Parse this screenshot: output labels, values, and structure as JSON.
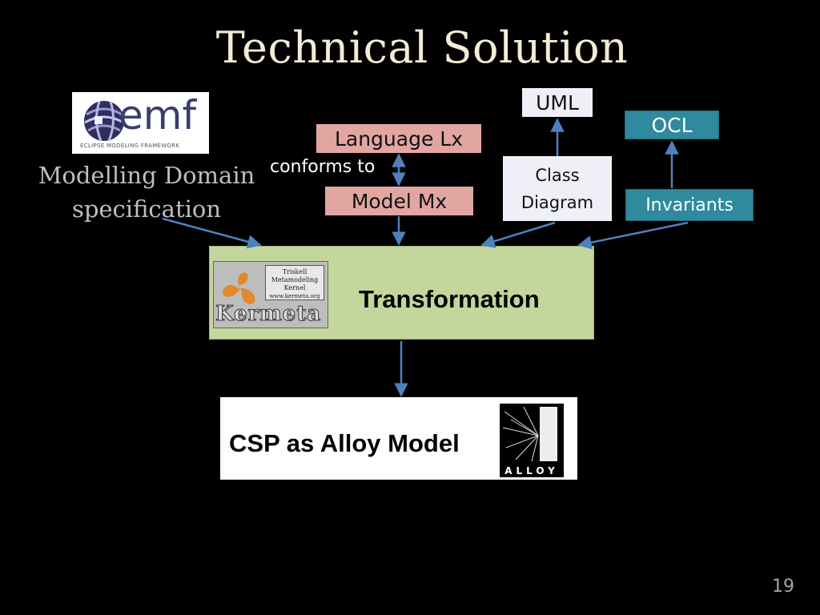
{
  "title": "Technical Solution",
  "emf_logo": {
    "wordmark": "emf",
    "subtitle": "ECLIPSE MODELING FRAMEWORK"
  },
  "domain_caption": {
    "line1": "Modelling Domain",
    "line2": "specification"
  },
  "language_box": "Language Lx",
  "conforms_label": "conforms to",
  "model_box": "Model Mx",
  "uml_box": "UML",
  "class_diagram_box": {
    "line1": "Class",
    "line2": "Diagram"
  },
  "ocl_box": "OCL",
  "invariants_box": "Invariants",
  "kermeta_logo": {
    "line1": "Triskell",
    "line2": "Metamodeling",
    "line3": "Kernel",
    "url": "www.kermeta.org",
    "wordmark": "Kermeta"
  },
  "transformation_label": "Transformation",
  "output_label": "CSP as Alloy Model",
  "alloy_logo_word": "ALLOY",
  "page_number": "19",
  "colors": {
    "background": "#000000",
    "title": "#f3ecd6",
    "language_model_fill": "#e2a6a2",
    "uml_fill": "#efeff7",
    "ocl_fill": "#2f8a9e",
    "transformation_fill": "#c3d69b",
    "arrow": "#4f81bd"
  }
}
